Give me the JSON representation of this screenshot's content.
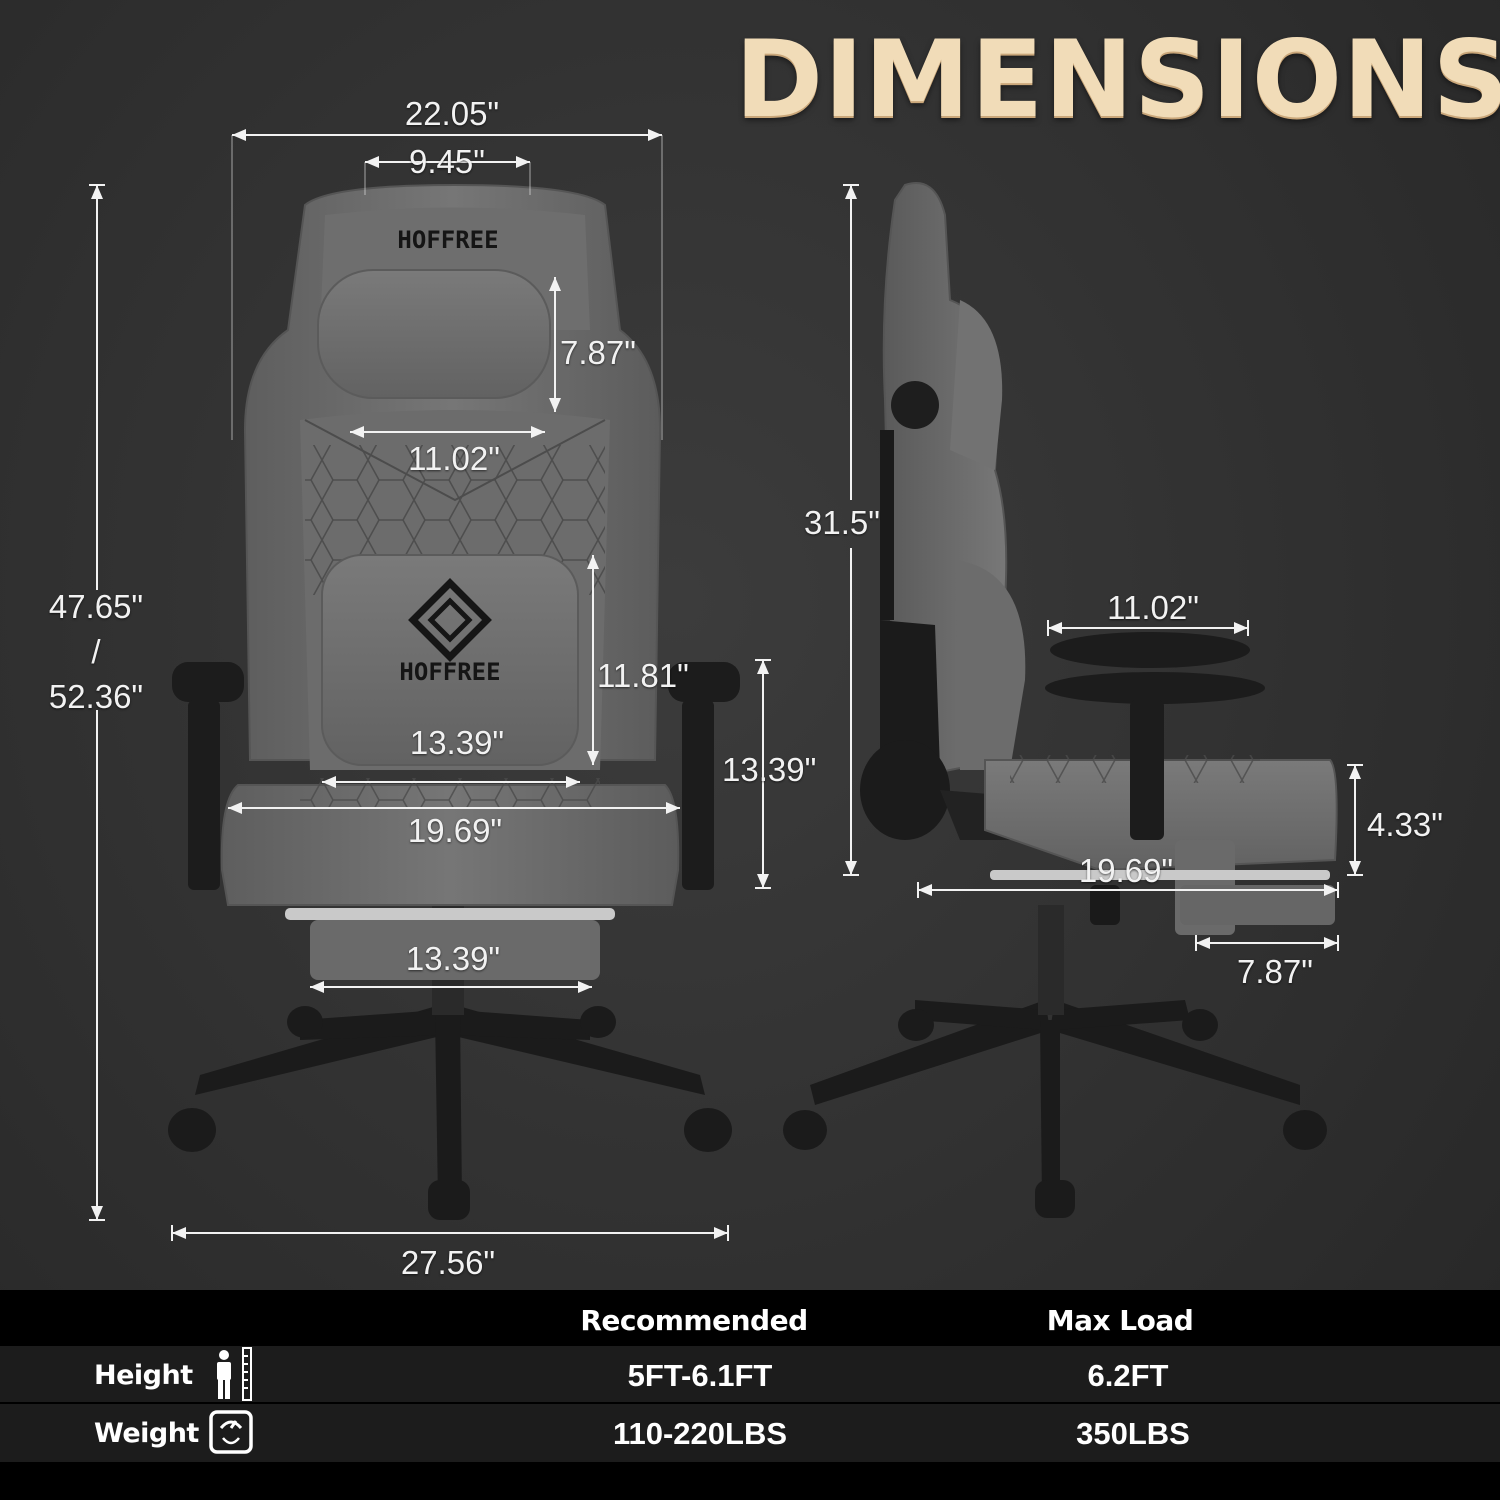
{
  "title": "DIMENSIONS",
  "brand": "HOFFREE",
  "front_dims": {
    "overall_width": "22.05\"",
    "headrest_width": "9.45\"",
    "pillow_height": "7.87\"",
    "back_width": "11.02\"",
    "lumbar_height": "11.81\"",
    "lumbar_width": "13.39\"",
    "armrest_height": "13.39\"",
    "seat_width": "19.69\"",
    "footrest_width": "13.39\"",
    "total_height_a": "47.65\"",
    "total_height_sep": "/",
    "total_height_b": "52.36\"",
    "base_width": "27.56\""
  },
  "side_dims": {
    "back_height": "31.5\"",
    "armrest_length": "11.02\"",
    "seat_thickness": "4.33\"",
    "seat_depth": "19.69\"",
    "footrest_depth": "7.87\""
  },
  "specs": {
    "headers": {
      "recommended": "Recommended",
      "max_load": "Max Load"
    },
    "rows": [
      {
        "label": "Height",
        "icon": "person-height-icon",
        "recommended": "5FT-6.1FT",
        "max": "6.2FT"
      },
      {
        "label": "Weight",
        "icon": "scale-icon",
        "recommended": "110-220LBS",
        "max": "350LBS"
      }
    ]
  }
}
